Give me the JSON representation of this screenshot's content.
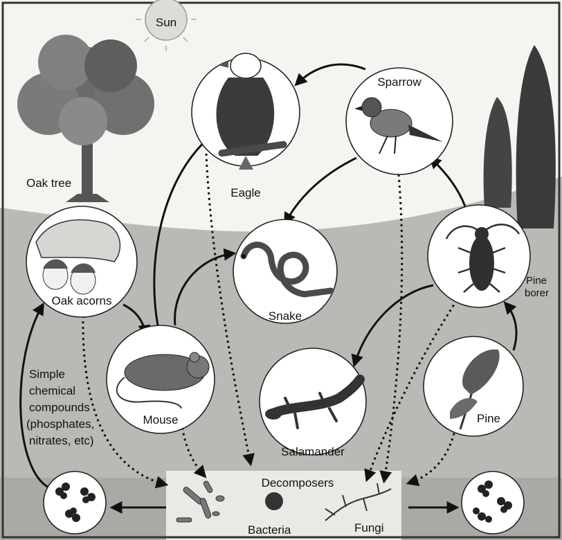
{
  "labels": {
    "sun": "Sun",
    "oak_tree": "Oak tree",
    "eagle": "Eagle",
    "sparrow": "Sparrow",
    "snake": "Snake",
    "oak_acorns": "Oak acorns",
    "mouse": "Mouse",
    "salamander": "Salamander",
    "pine": "Pine",
    "pine_borer_line1": "Pine",
    "pine_borer_line2": "borer",
    "decomposers": "Decomposers",
    "bacteria": "Bacteria",
    "fungi": "Fungi",
    "chem_line1": "Simple",
    "chem_line2": "chemical",
    "chem_line3": "compounds",
    "chem_line4": "(phosphates,",
    "chem_line5": "nitrates, etc)"
  },
  "icons": {
    "sun": "sun-icon",
    "oak_tree": "oak-tree-icon",
    "cypress_trees": "cypress-trees-icon",
    "eagle": "eagle-icon",
    "sparrow": "sparrow-icon",
    "snake": "snake-icon",
    "acorns": "acorn-icon",
    "mouse": "mouse-icon",
    "salamander": "salamander-icon",
    "pine": "pine-branch-icon",
    "pine_borer": "beetle-icon",
    "bacteria": "bacteria-icon",
    "fungi": "fungi-icon",
    "chemicals_left": "molecule-cluster-icon",
    "chemicals_right": "molecule-cluster-icon"
  },
  "colors": {
    "sky": "#f4f4f1",
    "ground": "#b7b7b3",
    "ground_band": "#a8a8a4",
    "arrow": "#111111"
  }
}
